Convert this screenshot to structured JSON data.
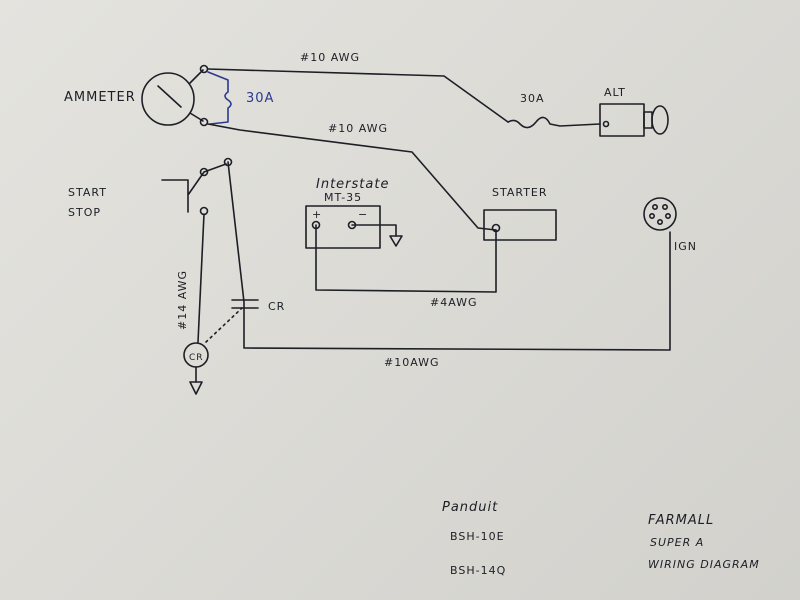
{
  "diagram": {
    "title_lines": [
      "FARMALL",
      "SUPER A",
      "WIRING DIAGRAM"
    ],
    "ammeter_label": "AMMETER",
    "start_stop_label": [
      "START",
      "STOP"
    ],
    "fuse_top_label": "30A",
    "fuse_alt_label": "30A",
    "alt_label": "ALT",
    "wire_top_label": "#10 AWG",
    "wire_mid_label": "#10 AWG",
    "battery_brand": "Interstate",
    "battery_model": "MT-35",
    "battery_plus": "+",
    "battery_minus": "−",
    "starter_label": "STARTER",
    "ign_label": "IGN",
    "wire_4awg_label": "#4AWG",
    "wire_14awg_label": "#14 AWG",
    "cr_relay_label": "CR",
    "cr_contact_label": "CR",
    "wire_bottom_label": "#10AWG",
    "panduit_title": "Panduit",
    "panduit_parts": [
      "BSH-10E",
      "BSH-14Q"
    ]
  }
}
